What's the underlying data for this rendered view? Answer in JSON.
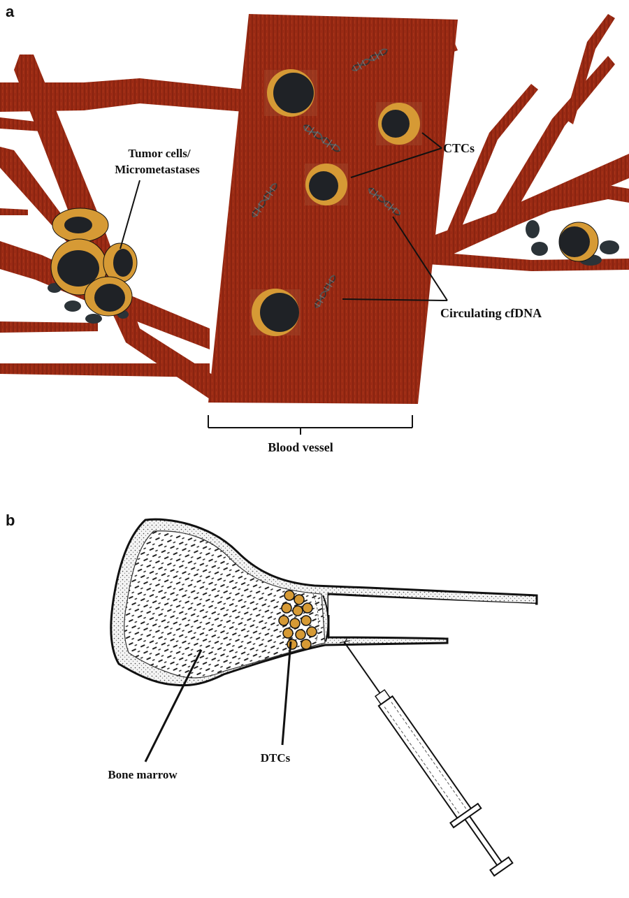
{
  "panel_a": {
    "letter": "a",
    "labels": {
      "tumor_line1": "Tumor cells/",
      "tumor_line2": "Micrometastases",
      "ctcs": "CTCs",
      "cfdna": "Circulating cfDNA",
      "blood_vessel": "Blood vessel"
    }
  },
  "panel_b": {
    "letter": "b",
    "labels": {
      "dtcs": "DTCs",
      "bone_marrow": "Bone marrow"
    }
  },
  "colors": {
    "vessel": "#9a2a14",
    "vessel_dark": "#7d1f0d",
    "cell_cytoplasm": "#d69a35",
    "cell_nucleus": "#1f2226",
    "immune_cell": "#2b3338",
    "bone_outline": "#111111"
  }
}
